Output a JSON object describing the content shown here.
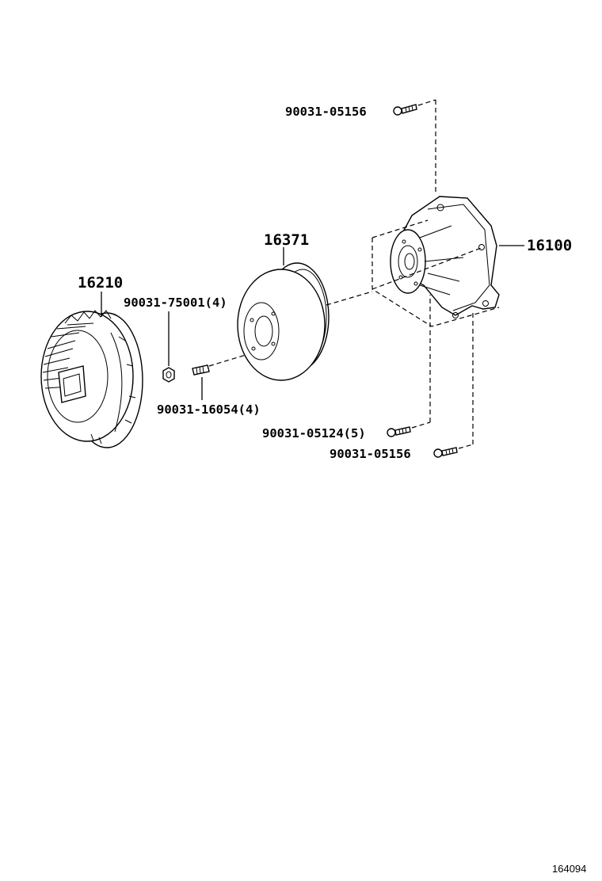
{
  "diagram": {
    "parts": [
      {
        "id": "fan_clutch",
        "label": "16210"
      },
      {
        "id": "nut",
        "label": "90031-75001(4)"
      },
      {
        "id": "stud",
        "label": "90031-16054(4)"
      },
      {
        "id": "pulley",
        "label": "16371"
      },
      {
        "id": "water_pump",
        "label": "16100"
      },
      {
        "id": "bolt_top",
        "label": "90031-05156"
      },
      {
        "id": "bolt_mid",
        "label": "90031-05124(5)"
      },
      {
        "id": "bolt_bottom",
        "label": "90031-05156"
      }
    ],
    "figure_id": "164094"
  }
}
